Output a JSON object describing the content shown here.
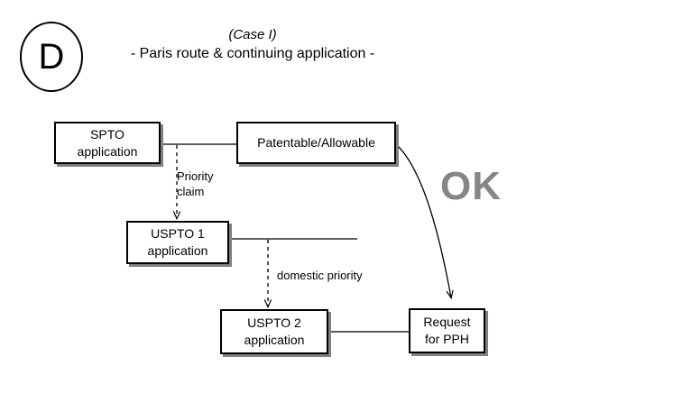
{
  "diagram": {
    "badge": {
      "letter": "D"
    },
    "title": {
      "case": "(Case I)",
      "subtitle": "- Paris route & continuing application -"
    },
    "stamp": {
      "text": "OK",
      "color": "#868686"
    },
    "nodes": [
      {
        "id": "spto",
        "lines": [
          "SPTO",
          "application"
        ]
      },
      {
        "id": "patentable",
        "lines": [
          "Patentable/Allowable"
        ]
      },
      {
        "id": "uspto1",
        "lines": [
          "USPTO 1",
          "application"
        ]
      },
      {
        "id": "uspto2",
        "lines": [
          "USPTO 2",
          "application"
        ]
      },
      {
        "id": "request",
        "lines": [
          "Request",
          "for PPH"
        ]
      }
    ],
    "edge_labels": {
      "priority_line1": "Priority",
      "priority_line2": "claim",
      "domestic": "domestic priority"
    },
    "colors": {
      "stroke": "#000000",
      "shadow": "#808080",
      "background": "#ffffff"
    }
  }
}
